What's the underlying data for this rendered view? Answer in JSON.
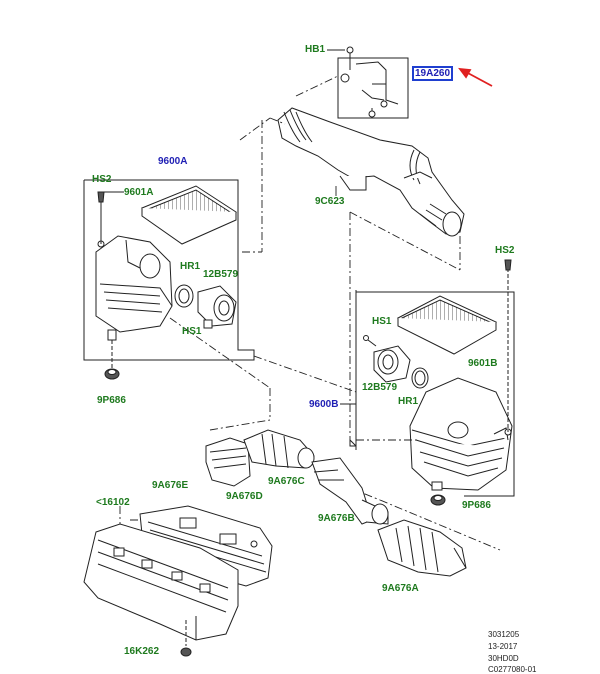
{
  "labels": {
    "hb1": "HB1",
    "p19a260": "19A260",
    "p9c623": "9C623",
    "p9600a": "9600A",
    "hs2_left": "HS2",
    "p9601a": "9601A",
    "hr1_left": "HR1",
    "p12b579_left": "12B579",
    "hs1_left": "HS1",
    "p9p686_left": "9P686",
    "hs2_right": "HS2",
    "hs1_right": "HS1",
    "p9601b": "9601B",
    "p12b579_right": "12B579",
    "hr1_right": "HR1",
    "p9600b": "9600B",
    "p9p686_right": "9P686",
    "p16102": "<16102",
    "p9a676e": "9A676E",
    "p9a676c": "9A676C",
    "p9a676d": "9A676D",
    "p9a676b": "9A676B",
    "p9a676a": "9A676A",
    "p16k262": "16K262"
  },
  "reference": {
    "line1": "3031205",
    "line2": "13-2017",
    "line3": "30HD0D",
    "line4": "C0277080-01"
  },
  "colors": {
    "part_label": "#1e7a1e",
    "assembly_label": "#1f1fb4",
    "highlight_box": "#1f3fd0",
    "arrow": "#e02020",
    "line": "#222222"
  }
}
